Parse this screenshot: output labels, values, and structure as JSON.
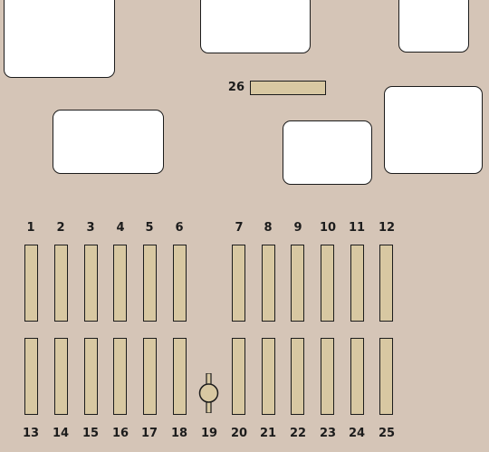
{
  "colors": {
    "background": "#d5c5b7",
    "fuse_fill": "#d8c8a2",
    "relay_fill": "#ffffff",
    "outline": "#1c1c1c"
  },
  "fuse_labels": {
    "top": [
      "1",
      "2",
      "3",
      "4",
      "5",
      "6",
      "7",
      "8",
      "9",
      "10",
      "11",
      "12"
    ],
    "bottom": [
      "13",
      "14",
      "15",
      "16",
      "17",
      "18",
      "19",
      "20",
      "21",
      "22",
      "23",
      "24",
      "25"
    ]
  },
  "fuse_26_label": "26",
  "component_19": "diode-connector"
}
